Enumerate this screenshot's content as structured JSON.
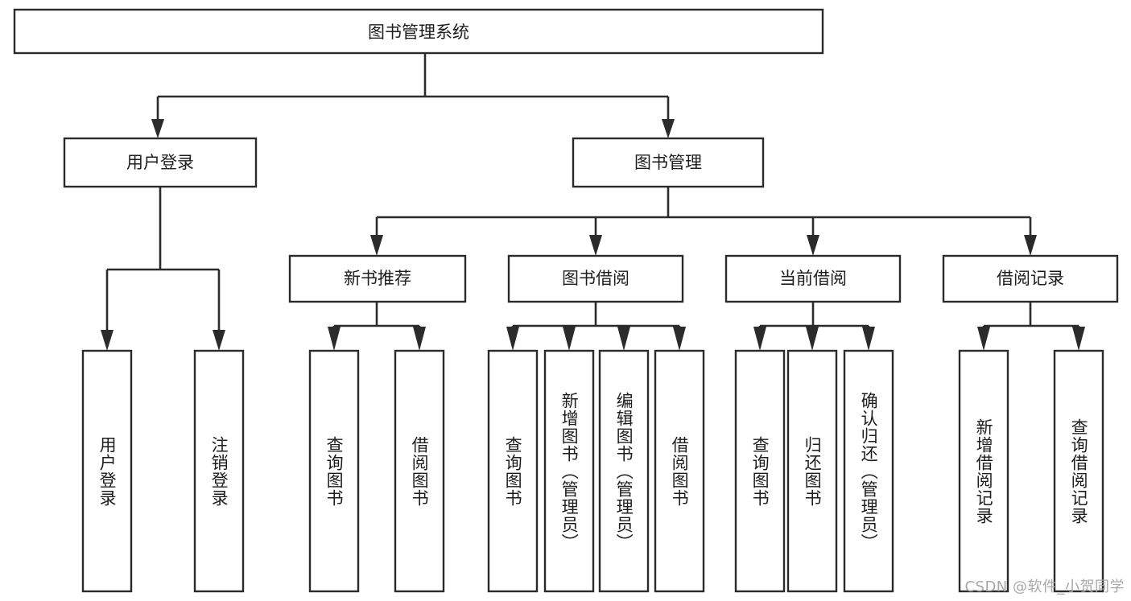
{
  "diagram": {
    "type": "tree-hierarchy",
    "title": "图书管理系统",
    "orientation": "top-down",
    "colors": {
      "box_stroke": "#2b2b2b",
      "box_fill": "#ffffff",
      "connector": "#2b2b2b",
      "label_text": "#1d1d1d",
      "background": "#ffffff",
      "watermark_text": "#a8a8a8"
    },
    "root": {
      "label": "图书管理系统"
    },
    "level2": [
      {
        "label": "用户登录"
      },
      {
        "label": "图书管理"
      }
    ],
    "level3": [
      {
        "label": "新书推荐"
      },
      {
        "label": "图书借阅"
      },
      {
        "label": "当前借阅"
      },
      {
        "label": "借阅记录"
      }
    ],
    "leaves": {
      "user_login": [
        {
          "label": "用户登录"
        },
        {
          "label": "注销登录"
        }
      ],
      "new_book_recommend": [
        {
          "label": "查询图书"
        },
        {
          "label": "借阅图书"
        }
      ],
      "book_borrow": [
        {
          "label": "查询图书"
        },
        {
          "label": "新增图书（管理员）"
        },
        {
          "label": "编辑图书（管理员）"
        },
        {
          "label": "借阅图书"
        }
      ],
      "current_borrow": [
        {
          "label": "查询图书"
        },
        {
          "label": "归还图书"
        },
        {
          "label": "确认归还（管理员）"
        }
      ],
      "borrow_record": [
        {
          "label": "新增借阅记录"
        },
        {
          "label": "查询借阅记录"
        }
      ]
    }
  },
  "watermark": {
    "text": "CSDN @软件_小贺同学"
  }
}
